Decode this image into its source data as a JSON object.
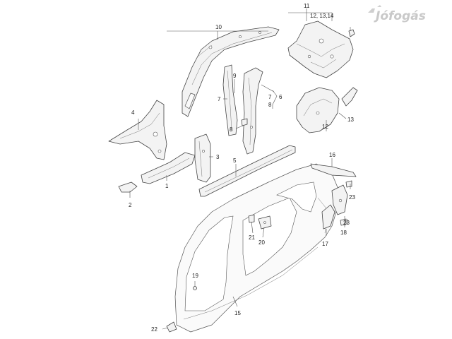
{
  "watermark": {
    "text": "Jófogás",
    "color": "#c9c9c9"
  },
  "callouts": {
    "c1": "1",
    "c2": "2",
    "c3": "3",
    "c4": "4",
    "c5": "5",
    "c6": "6",
    "c7a": "7",
    "c7b": "7",
    "c8a": "8",
    "c8b": "8",
    "c9": "9",
    "c10": "10",
    "c11": "11",
    "c12a": "12, 13,14",
    "c12b": "12",
    "c13": "13",
    "c15": "15",
    "c16": "16",
    "c17": "17",
    "c18": "18",
    "c19": "19",
    "c20": "20",
    "c21": "21",
    "c22": "22",
    "c23a": "23",
    "c23b": "23"
  },
  "colors": {
    "line": "#444444",
    "fill": "#f3f3f3",
    "background": "#ffffff"
  }
}
